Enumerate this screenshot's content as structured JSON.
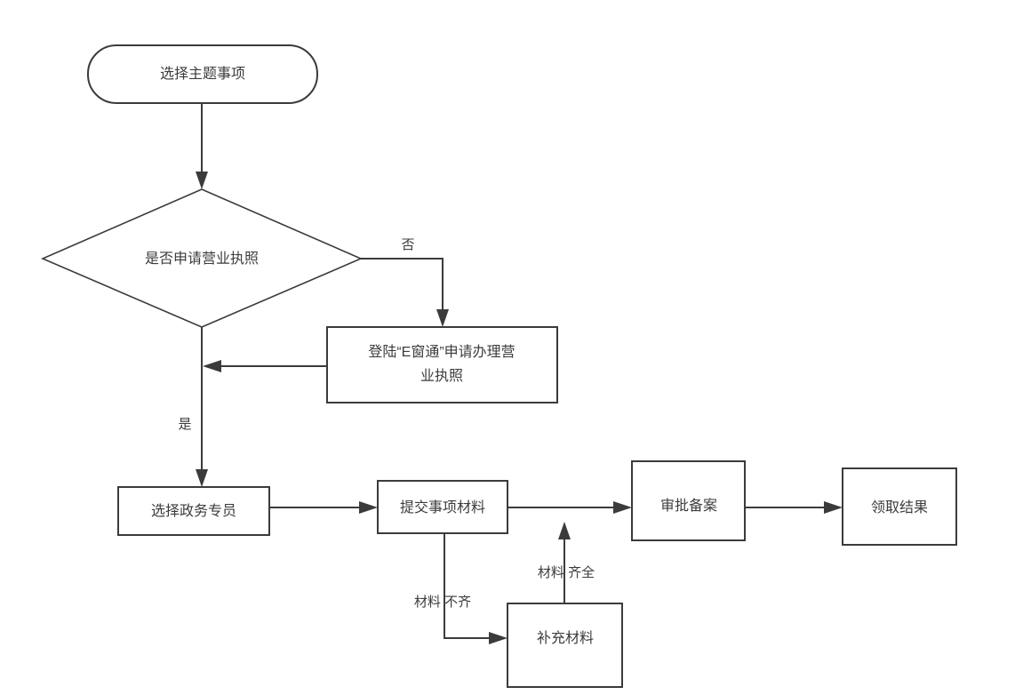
{
  "diagram": {
    "type": "flowchart",
    "orientation": "top-down",
    "background_color": "#ffffff",
    "stroke_color": "#3b3b3b",
    "text_color": "#3c3c3c",
    "nodes": [
      {
        "id": "start",
        "shape": "stadium",
        "label": "选择主题事项",
        "lines": [
          "选择主题事项"
        ]
      },
      {
        "id": "decision-license",
        "shape": "diamond",
        "label": "是否申请营业执照",
        "lines": [
          "是否申请营业执照"
        ]
      },
      {
        "id": "ewindow",
        "shape": "rectangle",
        "label": "登陆“E窗通”申请办理营业执照",
        "lines": [
          "登陆“E窗通”申请办理营",
          "业执照"
        ]
      },
      {
        "id": "choose-agent",
        "shape": "rectangle",
        "label": "选择政务专员",
        "lines": [
          "选择政务专员"
        ]
      },
      {
        "id": "submit-materials",
        "shape": "rectangle",
        "label": "提交事项材料",
        "lines": [
          "提交事项材料"
        ]
      },
      {
        "id": "approval-record",
        "shape": "rectangle",
        "label": "审批备案",
        "lines": [
          "审批备案"
        ]
      },
      {
        "id": "get-result",
        "shape": "rectangle",
        "label": "领取结果",
        "lines": [
          "领取结果"
        ]
      },
      {
        "id": "supplement-materials",
        "shape": "rectangle",
        "label": "补充材料",
        "lines": [
          "补充材料"
        ]
      }
    ],
    "edges": [
      {
        "id": "start-to-decision",
        "from": "start",
        "to": "decision-license",
        "label": ""
      },
      {
        "id": "decision-no-to-ewindow",
        "from": "decision-license",
        "to": "ewindow",
        "label": "否"
      },
      {
        "id": "ewindow-to-trunk",
        "from": "ewindow",
        "to": "decision-license",
        "label": ""
      },
      {
        "id": "decision-yes-to-agent",
        "from": "decision-license",
        "to": "choose-agent",
        "label": "是"
      },
      {
        "id": "agent-to-submit",
        "from": "choose-agent",
        "to": "submit-materials",
        "label": ""
      },
      {
        "id": "submit-to-approval",
        "from": "submit-materials",
        "to": "approval-record",
        "label": ""
      },
      {
        "id": "approval-to-result",
        "from": "approval-record",
        "to": "get-result",
        "label": ""
      },
      {
        "id": "submit-to-supplement",
        "from": "submit-materials",
        "to": "supplement-materials",
        "label": "材料 不齐"
      },
      {
        "id": "supplement-to-approval-line",
        "from": "supplement-materials",
        "to": "approval-record",
        "label": "材料 齐全"
      }
    ]
  }
}
